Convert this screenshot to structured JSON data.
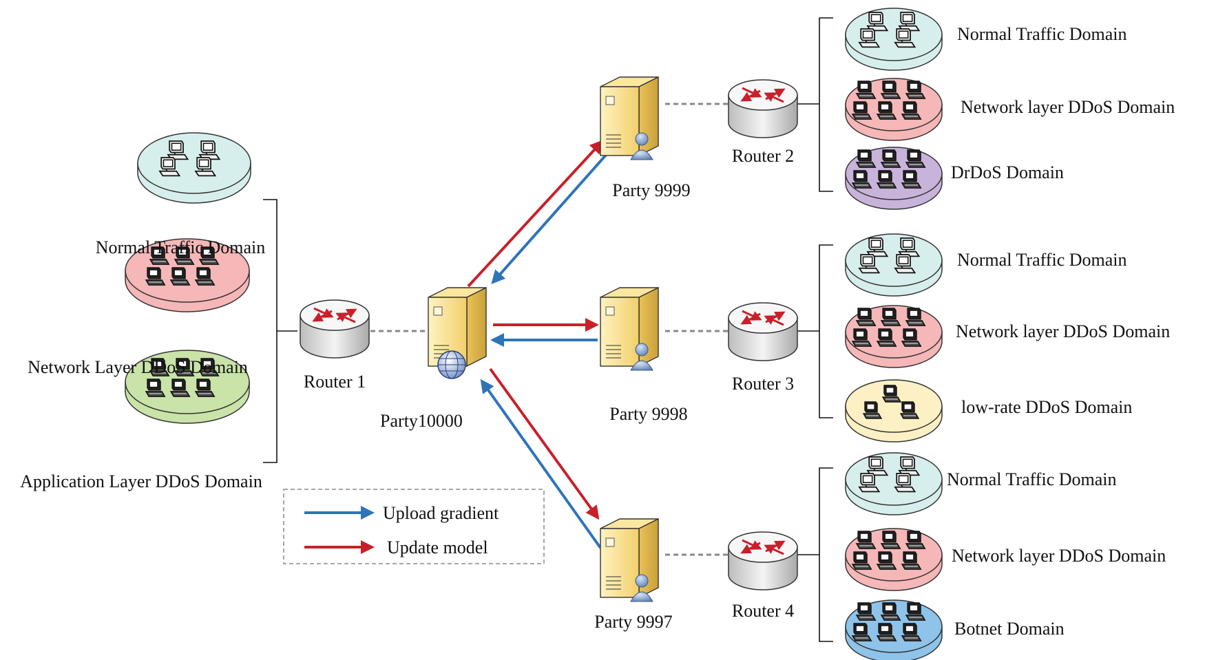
{
  "left_group": {
    "domains": [
      {
        "label": "Normal Traffic Domain",
        "type": "normal",
        "color": "#d7efec"
      },
      {
        "label": "Network Layer DDoS Domain",
        "type": "ddos",
        "color": "#f5b7b7"
      },
      {
        "label": "Application Layer DDoS  Domain",
        "type": "ddos",
        "color": "#c9e3a8"
      }
    ]
  },
  "routers": {
    "r1": "Router 1",
    "r2": "Router 2",
    "r3": "Router 3",
    "r4": "Router 4"
  },
  "parties": {
    "central": "Party10000",
    "p9999": "Party 9999",
    "p9998": "Party 9998",
    "p9997": "Party 9997"
  },
  "right_groups": {
    "g2": [
      {
        "label": "Normal Traffic Domain",
        "type": "normal",
        "color": "#d7efec"
      },
      {
        "label": "Network layer DDoS Domain",
        "type": "ddos",
        "color": "#f5b7b7"
      },
      {
        "label": "DrDoS Domain",
        "type": "ddos",
        "color": "#c8b3da"
      }
    ],
    "g3": [
      {
        "label": "Normal Traffic Domain",
        "type": "normal",
        "color": "#d7efec"
      },
      {
        "label": "Network layer DDoS Domain",
        "type": "ddos",
        "color": "#f5b7b7"
      },
      {
        "label": "low-rate DDoS Domain",
        "type": "lowrate",
        "color": "#fdf0c4"
      }
    ],
    "g4": [
      {
        "label": "Normal Traffic Domain",
        "type": "normal",
        "color": "#d7efec"
      },
      {
        "label": "Network layer DDoS Domain",
        "type": "ddos",
        "color": "#f5b7b7"
      },
      {
        "label": "Botnet Domain",
        "type": "ddos",
        "color": "#8ec3ea"
      }
    ]
  },
  "legend": {
    "upload": "Upload gradient",
    "update": "Update model"
  },
  "colors": {
    "upload_arrow": "#2f74b9",
    "update_arrow": "#c8202a",
    "link": "#888888"
  },
  "icons": {
    "server": "server-icon",
    "router": "router-icon",
    "computer": "computer-icon",
    "globe": "globe-icon",
    "user": "user-icon"
  }
}
